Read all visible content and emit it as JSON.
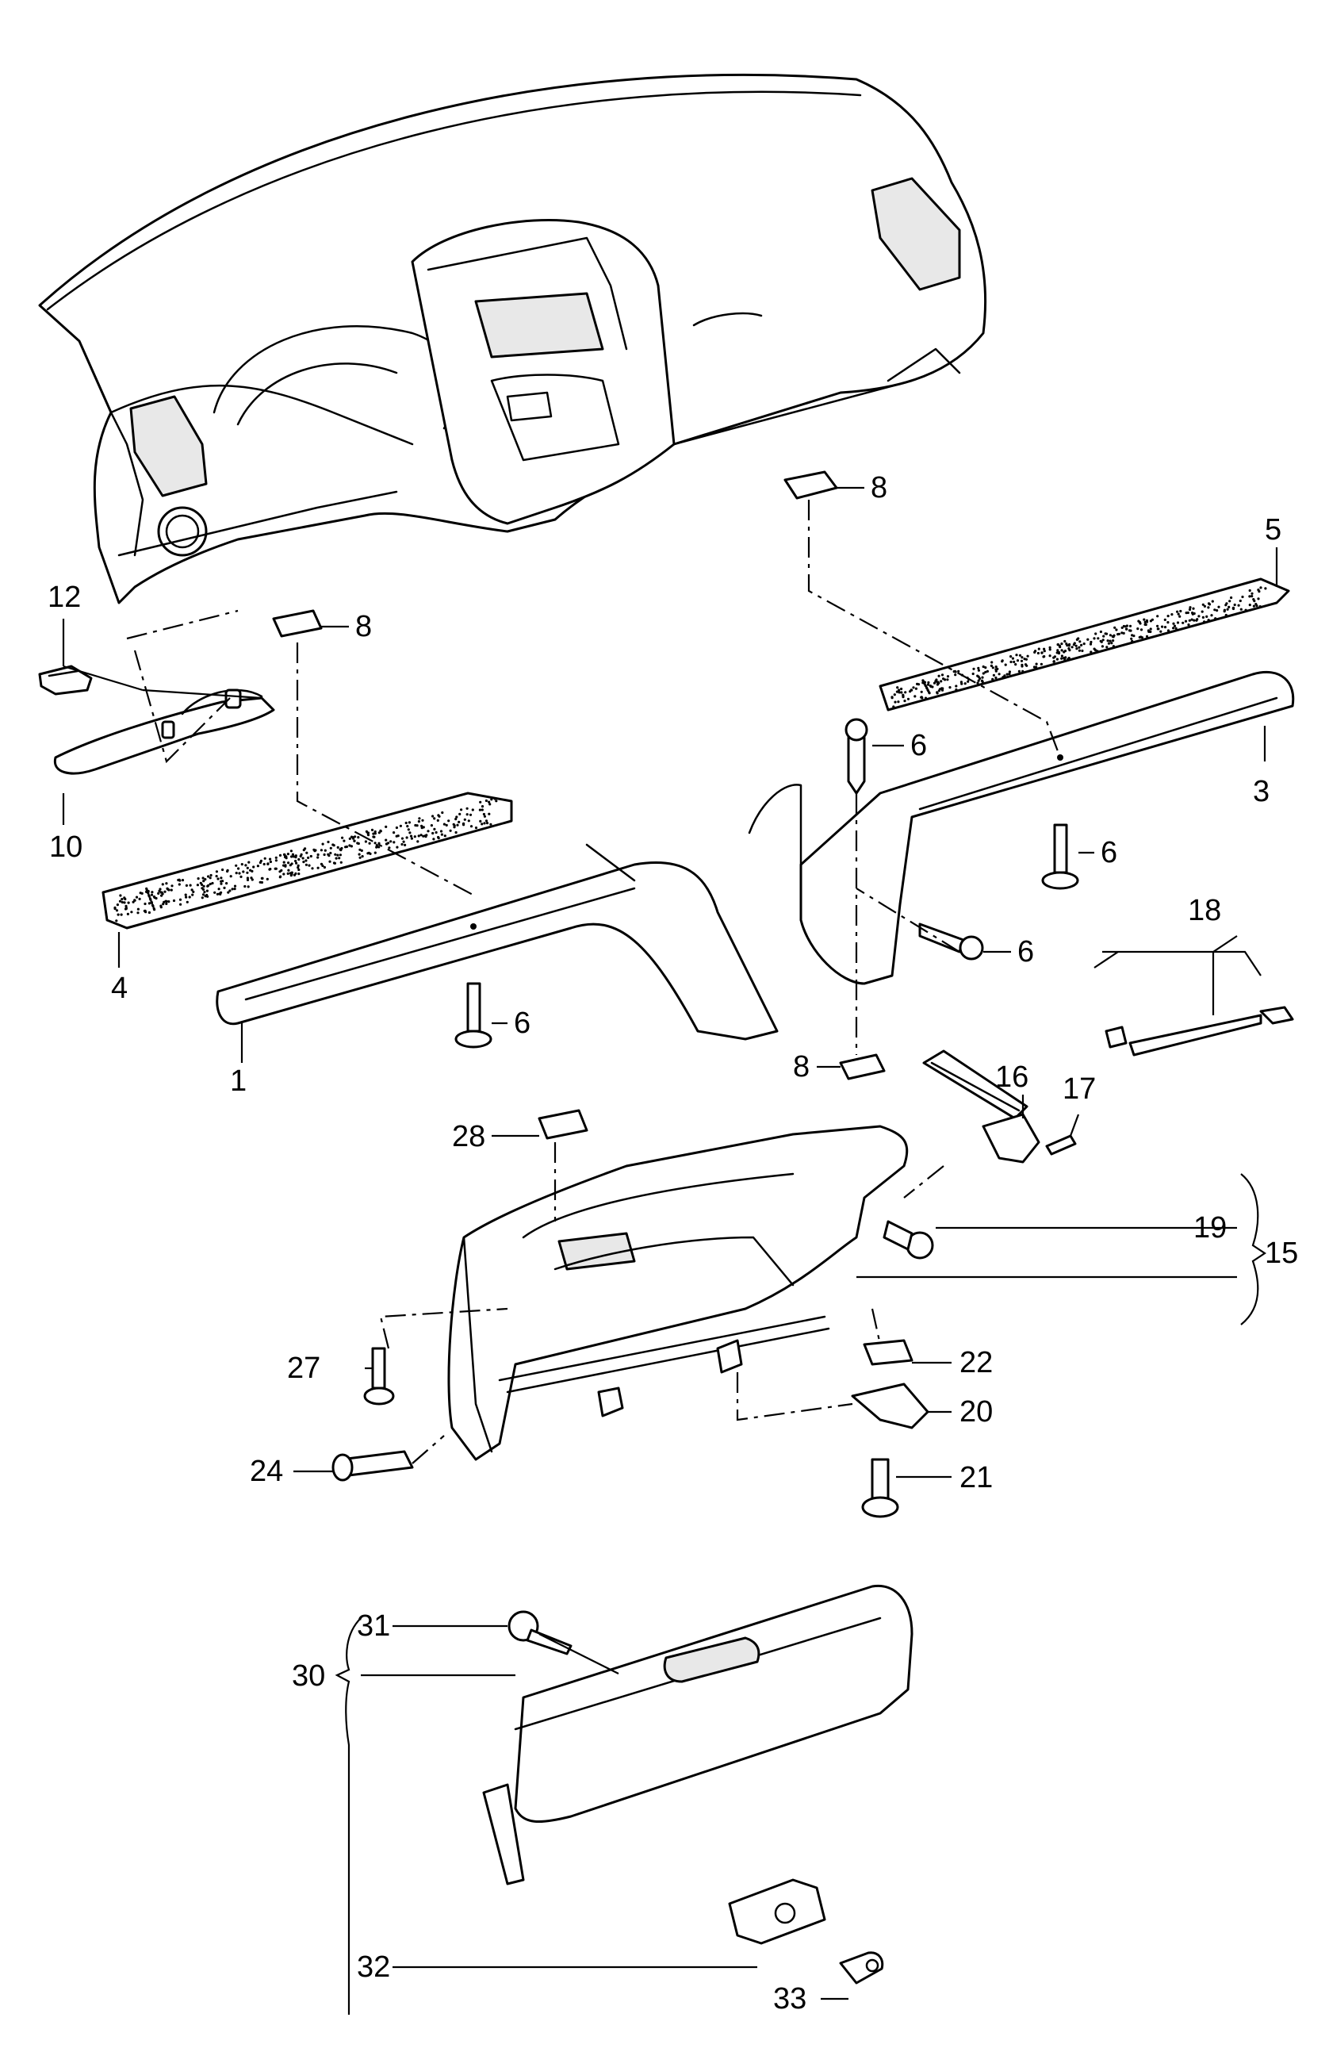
{
  "callouts": {
    "c1": "1",
    "c3": "3",
    "c4": "4",
    "c5": "5",
    "c6a": "6",
    "c6b": "6",
    "c6c": "6",
    "c6d": "6",
    "c8a": "8",
    "c8b": "8",
    "c8c": "8",
    "c10": "10",
    "c12": "12",
    "c15": "15",
    "c16": "16",
    "c17": "17",
    "c18": "18",
    "c19": "19",
    "c20": "20",
    "c21": "21",
    "c22": "22",
    "c24": "24",
    "c27": "27",
    "c28": "28",
    "c30": "30",
    "c31": "31",
    "c32": "32",
    "c33": "33"
  },
  "colors": {
    "line": "#000000",
    "fill": "#ffffff",
    "shade": "#e8e8e8"
  }
}
